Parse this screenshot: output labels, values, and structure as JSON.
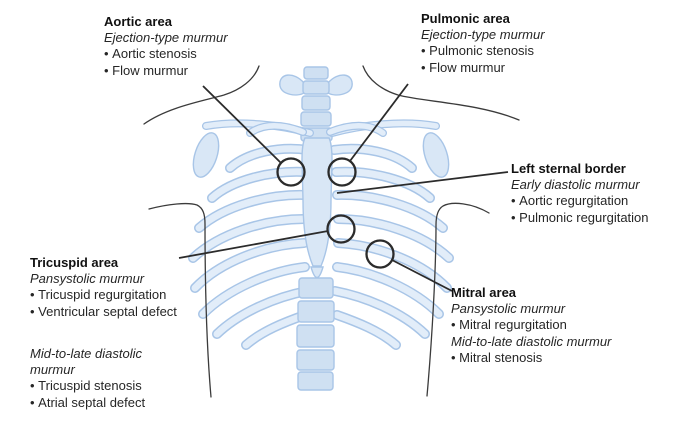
{
  "figure": {
    "type": "cardiac-auscultation-areas-diagram",
    "colors": {
      "background": "#ffffff",
      "bone_fill": "#e2edf9",
      "bone_outline": "#a8c5e7",
      "marker_line": "#2b2b2b",
      "text": "#1e1e1e"
    },
    "labels": {
      "aortic": {
        "title": "Aortic area",
        "murmur": "Ejection-type murmur",
        "bullet1": "Aortic stenosis",
        "bullet2": "Flow murmur"
      },
      "pulmonic": {
        "title": "Pulmonic area",
        "murmur": "Ejection-type murmur",
        "bullet1": "Pulmonic stenosis",
        "bullet2": "Flow murmur"
      },
      "left_sternal": {
        "title": "Left sternal border",
        "murmur": "Early diastolic murmur",
        "bullet1": "Aortic regurgitation",
        "bullet2": "Pulmonic regurgitation"
      },
      "tricuspid": {
        "title": "Tricuspid area",
        "murmur": "Pansystolic murmur",
        "bullet1": "Tricuspid regurgitation",
        "bullet2": "Ventricular septal defect"
      },
      "tricuspid_diastolic": {
        "murmur": "Mid-to-late diastolic murmur",
        "bullet1": "Tricuspid stenosis",
        "bullet2": "Atrial septal defect"
      },
      "mitral": {
        "title": "Mitral area",
        "murmur1": "Pansystolic murmur",
        "bullet1": "Mitral regurgitation",
        "murmur2": "Mid-to-late diastolic murmur",
        "bullet2": "Mitral stenosis"
      }
    }
  }
}
